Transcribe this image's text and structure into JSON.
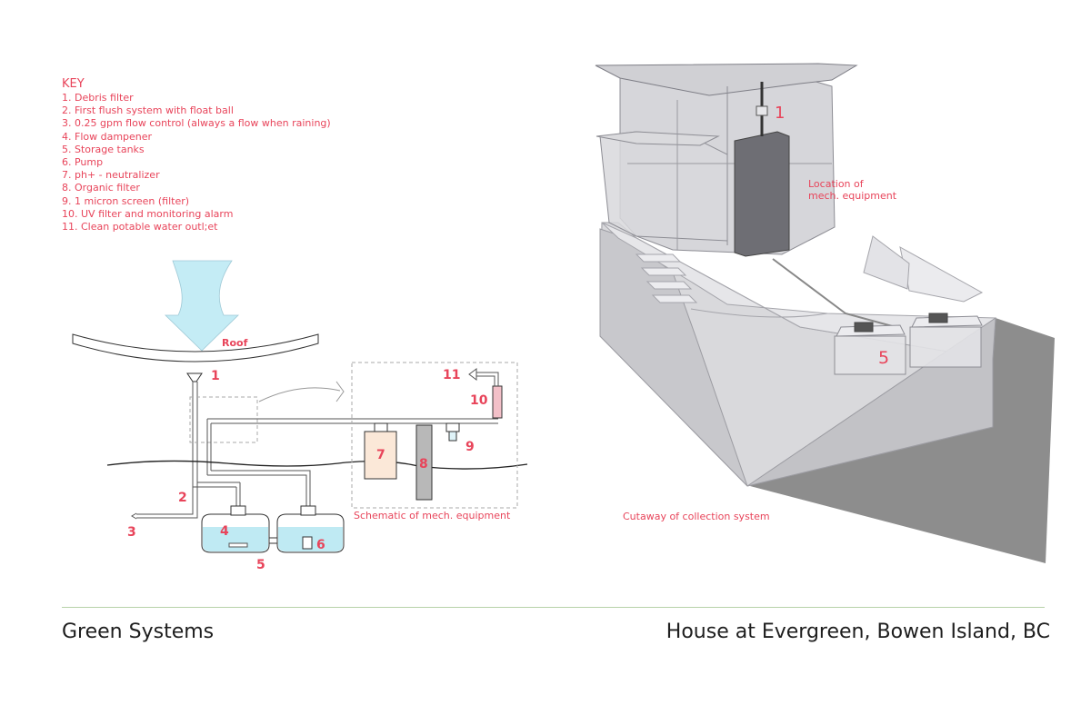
{
  "key": {
    "title": "KEY",
    "items": [
      "1. Debris filter",
      "2. First flush system with float ball",
      "3. 0.25 gpm flow control (always a flow when raining)",
      "4. Flow dampener",
      "5. Storage tanks",
      "6. Pump",
      "7. ph+ - neutralizer",
      "8. Organic filter",
      "9. 1 micron screen (filter)",
      "10. UV filter and monitoring alarm",
      "11. Clean potable water outl;et"
    ]
  },
  "schematic": {
    "roof_label": "Roof",
    "numbers": {
      "n1": "1",
      "n2": "2",
      "n3": "3",
      "n4": "4",
      "n5": "5",
      "n6": "6",
      "n7": "7",
      "n8": "8",
      "n9": "9",
      "n10": "10",
      "n11": "11"
    },
    "caption": "Schematic of mech. equipment"
  },
  "cutaway": {
    "label_1": "1",
    "label_5": "5",
    "location_label": [
      "Location of",
      "mech. equipment"
    ],
    "caption": "Cutaway of collection system"
  },
  "footer": {
    "left": "Green Systems",
    "right": "House at Evergreen, Bowen Island, BC"
  },
  "colors": {
    "accent": "#e8445a",
    "water": "#bfeaf3",
    "arrow": "#c4ecf5"
  }
}
